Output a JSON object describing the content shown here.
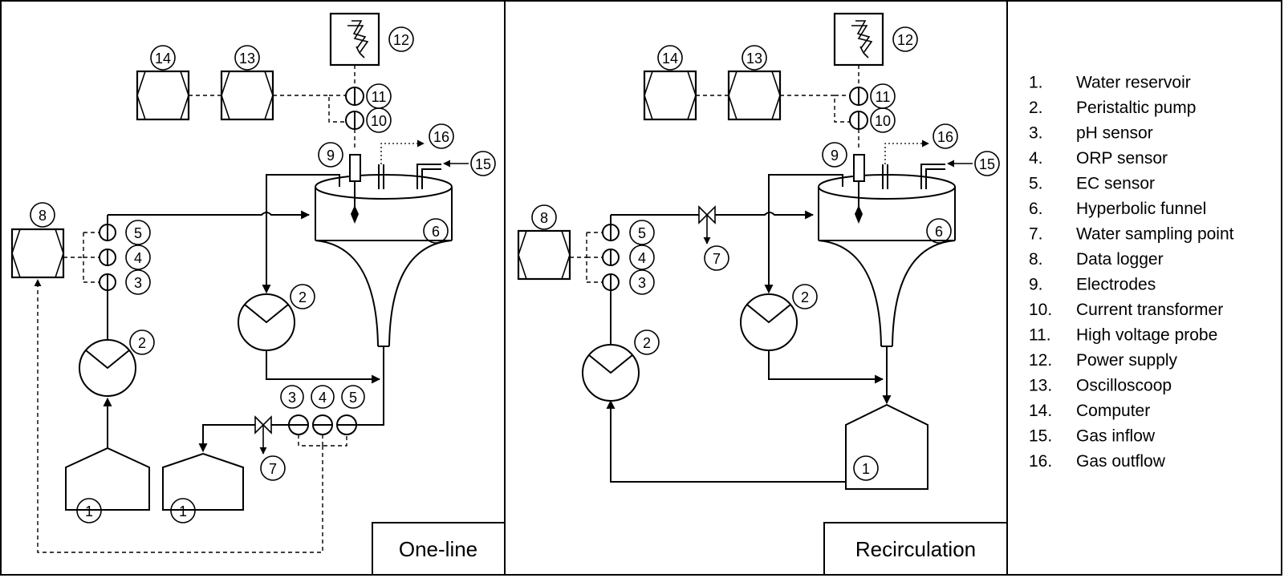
{
  "panels": {
    "one_line": {
      "title": "One-line",
      "labels": [
        "1",
        "1",
        "2",
        "2",
        "3",
        "4",
        "5",
        "3",
        "4",
        "5",
        "6",
        "7",
        "8",
        "9",
        "10",
        "11",
        "12",
        "13",
        "14",
        "15",
        "16"
      ]
    },
    "recirculation": {
      "title": "Recirculation",
      "labels": [
        "1",
        "2",
        "2",
        "3",
        "4",
        "5",
        "6",
        "7",
        "8",
        "9",
        "10",
        "11",
        "12",
        "13",
        "14",
        "15",
        "16"
      ]
    }
  },
  "legend": [
    {
      "num": "1.",
      "text": "Water reservoir"
    },
    {
      "num": "2.",
      "text": "Peristaltic pump"
    },
    {
      "num": "3.",
      "text": "pH sensor"
    },
    {
      "num": "4.",
      "text": "ORP sensor"
    },
    {
      "num": "5.",
      "text": "EC sensor"
    },
    {
      "num": "6.",
      "text": "Hyperbolic funnel"
    },
    {
      "num": "7.",
      "text": "Water sampling point"
    },
    {
      "num": "8.",
      "text": "Data logger"
    },
    {
      "num": "9.",
      "text": "Electrodes"
    },
    {
      "num": "10.",
      "text": "Current transformer"
    },
    {
      "num": "11.",
      "text": "High voltage probe"
    },
    {
      "num": "12.",
      "text": "Power supply"
    },
    {
      "num": "13.",
      "text": "Oscilloscoop"
    },
    {
      "num": "14.",
      "text": "Computer"
    },
    {
      "num": "15.",
      "text": "Gas inflow"
    },
    {
      "num": "16.",
      "text": "Gas outflow"
    }
  ]
}
